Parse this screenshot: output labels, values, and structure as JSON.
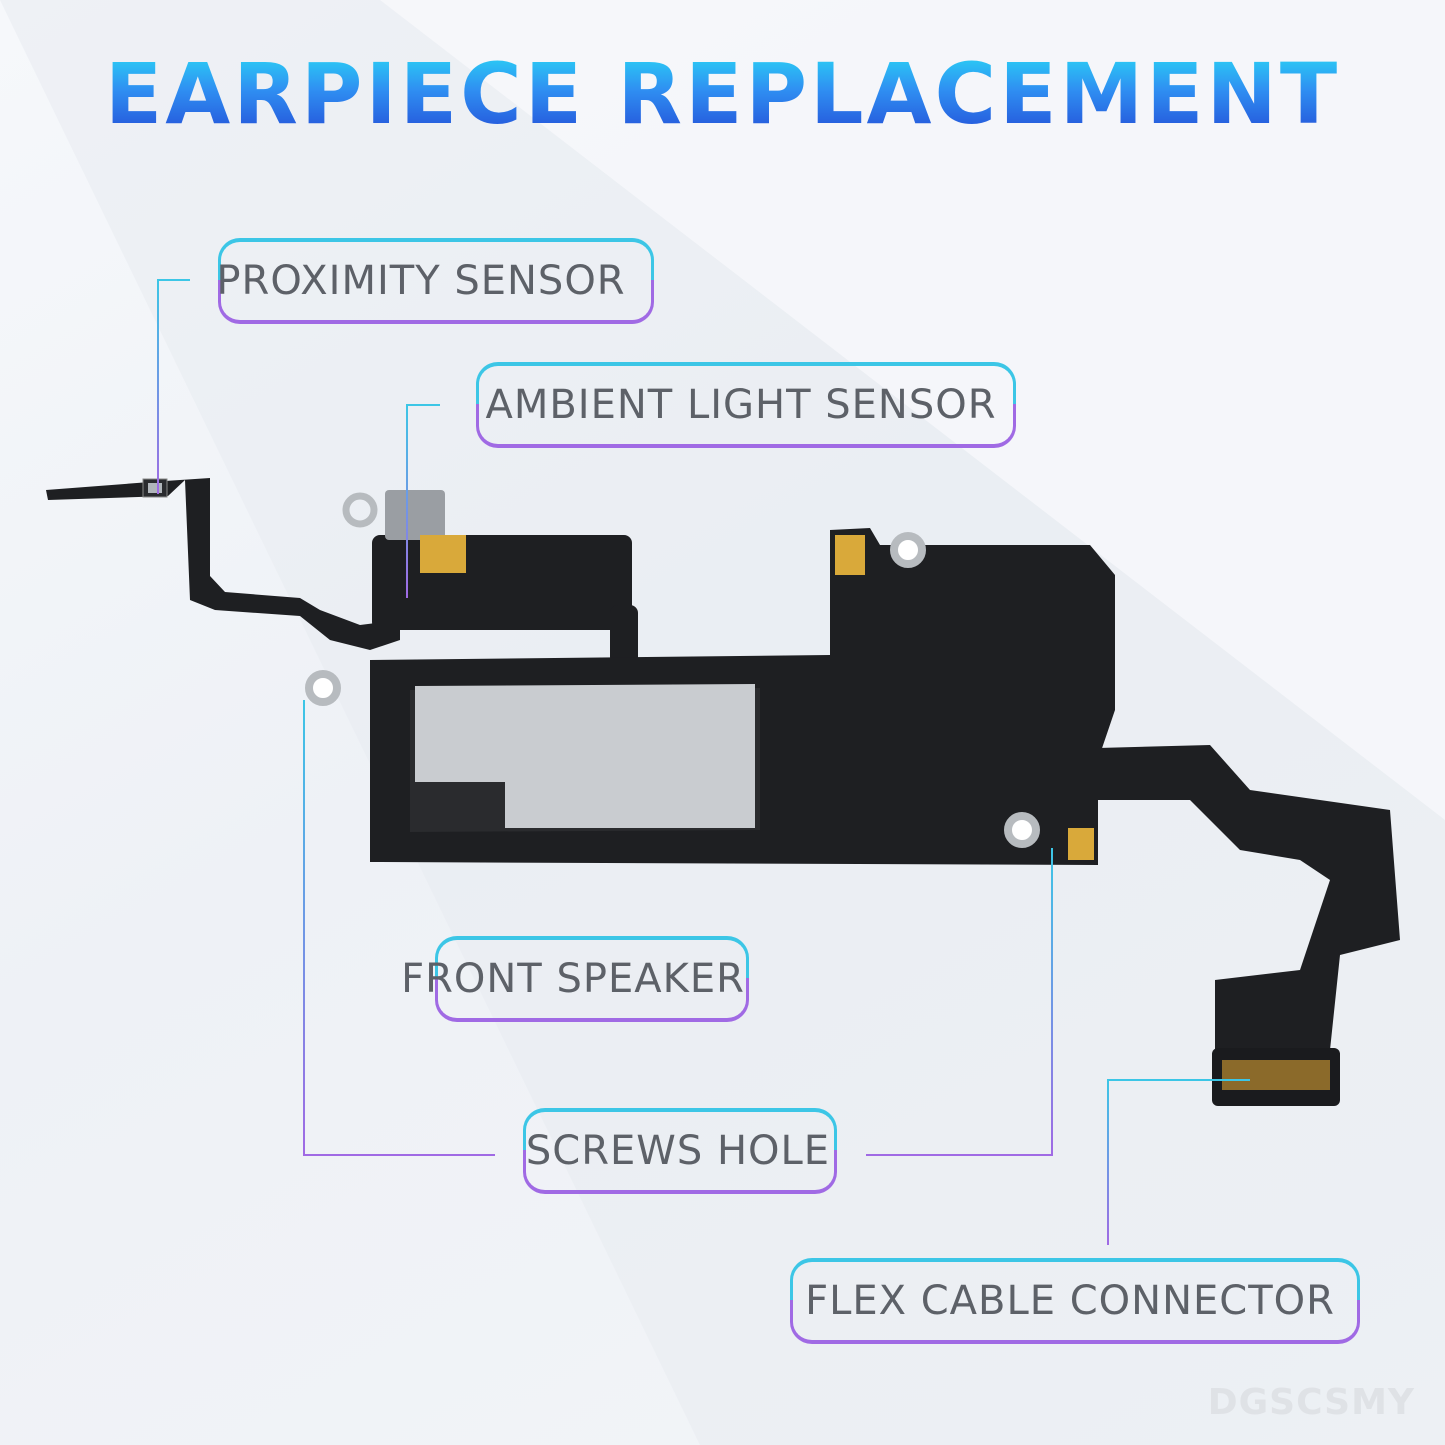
{
  "title": "EARPIECE REPLACEMENT",
  "labels": {
    "proximity_sensor": "PROXIMITY SENSOR",
    "ambient_light_sensor": "AMBIENT LIGHT SENSOR",
    "front_speaker": "FRONT SPEAKER",
    "screws_hole": "SCREWS HOLE",
    "flex_cable_connector": "FLEX CABLE CONNECTOR"
  },
  "watermark": "DGSCSMY",
  "colors": {
    "title_top": "#2ad4f5",
    "title_bottom": "#2450d8",
    "frame_cyan": "#3cc6e6",
    "frame_purple": "#a06ae4",
    "label_text": "#5d6168",
    "part_body": "#1e1f22",
    "mesh": "#c9ccd0",
    "gold": "#d9a93a"
  }
}
